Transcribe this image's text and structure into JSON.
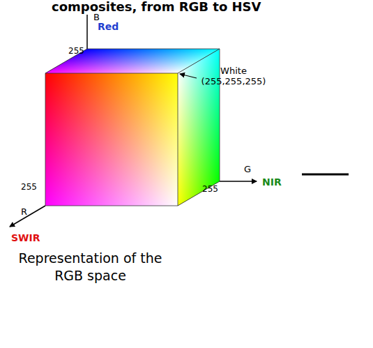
{
  "diagram": {
    "title": "composites, from RGB to HSV",
    "caption": "Representation of the RGB space",
    "labels": [
      "Red",
      "255",
      "B",
      "White (255,255,255)",
      "G",
      "255",
      "NIR",
      "255",
      "R",
      "SWIR"
    ]
  }
}
